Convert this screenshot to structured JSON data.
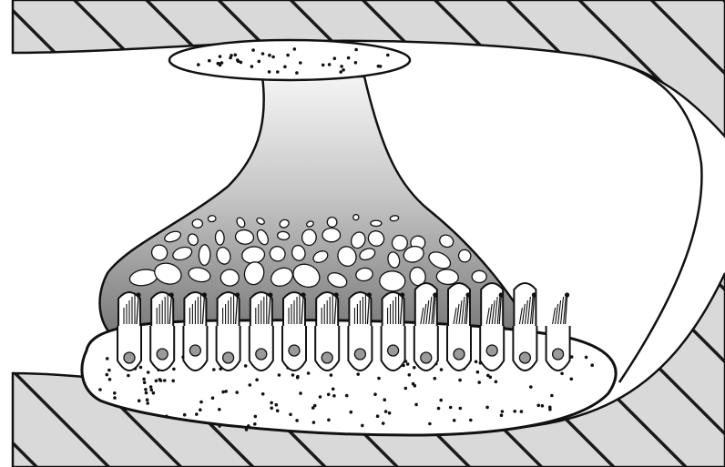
{
  "figure": {
    "parts": [
      "upper-wall",
      "lower-wall",
      "canal-chamber",
      "upper-attachment",
      "gelatinous-membrane",
      "sensory-epithelium",
      "hair-cells",
      "stereocilia-bundles"
    ],
    "hair_cell_count": 14,
    "colors": {
      "outline": "#111111",
      "wall_fill": "#d9d9d9",
      "hatch": "#1a1a1a",
      "membrane_top": "#f4f4f4",
      "membrane_bottom": "#7a7a7a",
      "nucleus": "#9a9a9a",
      "background": "#ffffff"
    }
  }
}
